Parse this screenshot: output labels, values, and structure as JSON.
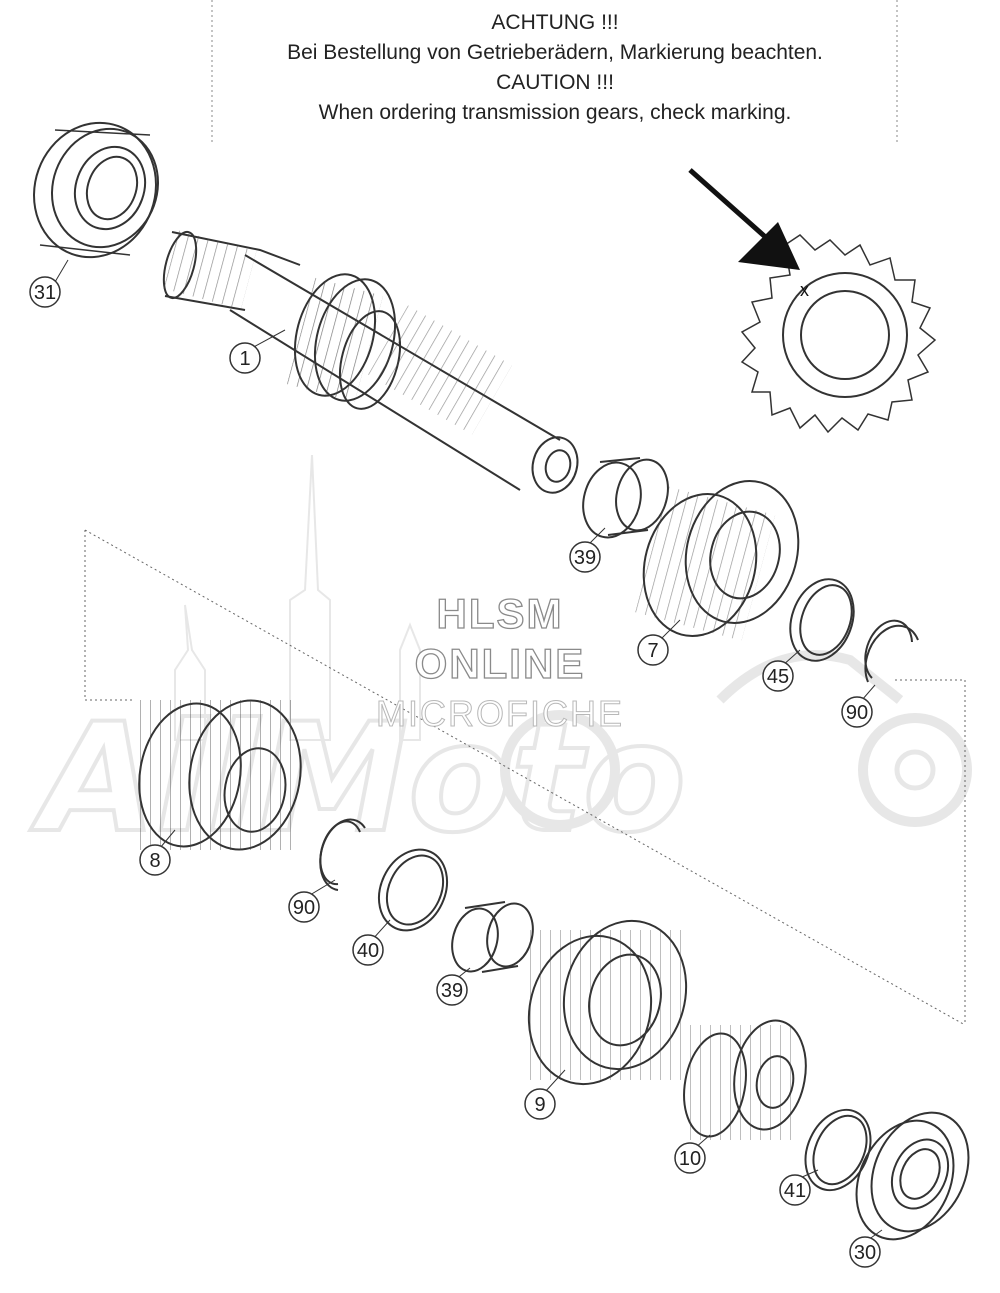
{
  "caution": {
    "line1": "ACHTUNG !!!",
    "line2": "Bei Bestellung von Getrieberädern, Markierung beachten.",
    "line3": "CAUTION !!!",
    "line4": "When ordering transmission gears, check marking."
  },
  "watermark": {
    "line1": "HLSM",
    "line2": "ONLINE",
    "line3": "MICROFICHE",
    "brand": "AllMoto"
  },
  "marking_symbol": "x",
  "callouts": [
    "31",
    "1",
    "39",
    "7",
    "45",
    "90",
    "8",
    "90",
    "40",
    "39",
    "9",
    "10",
    "41",
    "30"
  ],
  "colors": {
    "line": "#333333",
    "watermark": "#c8c8c8",
    "text": "#222222"
  }
}
